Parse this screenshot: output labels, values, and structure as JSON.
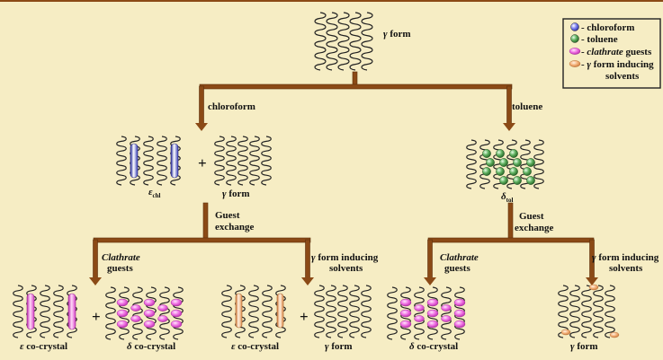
{
  "colors": {
    "background": "#f6edc4",
    "arrow": "#8b4a16",
    "helix": "#222222",
    "chloroform": "#5b5fd6",
    "toluene": "#4c9a4c",
    "clathrate_guest": "#ee5cdf",
    "gamma_inducing_solvent": "#f0a868"
  },
  "legend": {
    "items": [
      {
        "marker": "blue-sphere",
        "label": "- chloroform"
      },
      {
        "marker": "green-sphere",
        "label": "- toluene"
      },
      {
        "marker": "pink-ellipse",
        "prefix": "- ",
        "italic": "clathrate",
        "suffix": " guests"
      },
      {
        "marker": "orange-ellipse",
        "prefix": "- ",
        "greek": "γ",
        "suffix": " form inducing",
        "line2": "solvents"
      }
    ]
  },
  "labels": {
    "top_gamma": {
      "greek": "γ",
      "text": " form"
    },
    "chloroform_branch": "chloroform",
    "toluene_branch": "toluene",
    "plus": "+",
    "eps_chl": {
      "greek": "ε",
      "sub": "chl"
    },
    "gamma_form_mid": {
      "greek": "γ",
      "text": " form"
    },
    "delta_tol": {
      "greek": "δ",
      "sub": "tol"
    },
    "guest_exchange_left": [
      "Guest",
      "exchange"
    ],
    "guest_exchange_right": [
      "Guest",
      "exchange"
    ],
    "clathrate_guests_left": {
      "italic": "Clathrate",
      "line2": "guests"
    },
    "gamma_inducing_left": {
      "greek": "γ",
      "text": " form inducing",
      "line2": "solvents"
    },
    "clathrate_guests_right": {
      "italic": "Clathrate",
      "line2": "guests"
    },
    "gamma_inducing_right": {
      "greek": "γ",
      "text": " form inducing",
      "line2": "solvents"
    },
    "bottom": [
      {
        "greek": "ε",
        "text": " co-crystal"
      },
      {
        "greek": "δ",
        "text": " co-crystal"
      },
      {
        "greek": "ε",
        "text": " co-crystal"
      },
      {
        "greek": "γ",
        "text": " form"
      },
      {
        "greek": "δ",
        "text": " co-crystal"
      },
      {
        "greek": "γ",
        "text": " form"
      }
    ]
  }
}
